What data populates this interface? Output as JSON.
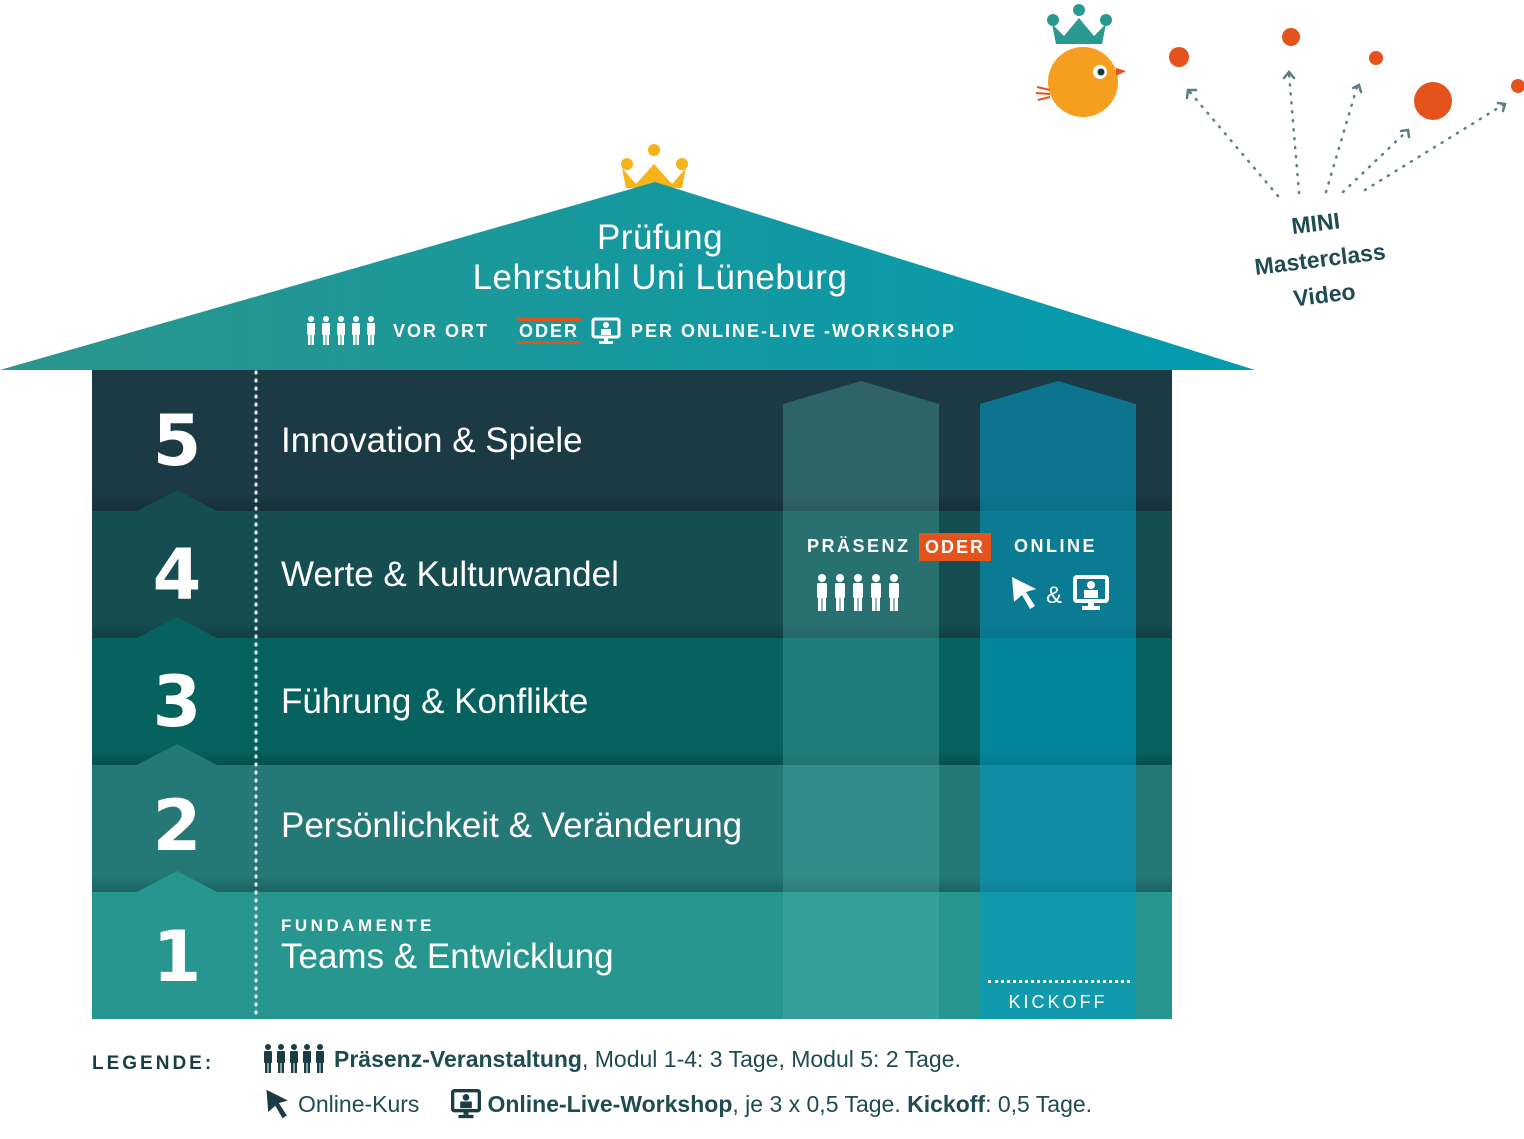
{
  "roof": {
    "title_line1": "Prüfung",
    "title_line2": "Lehrstuhl Uni Lüneburg",
    "vor_ort": "VOR ORT",
    "oder": "ODER",
    "online_workshop": "PER ONLINE-LIVE -WORKSHOP"
  },
  "modules": [
    {
      "number": "5",
      "title": "Innovation & Spiele",
      "color": "#1b3a44"
    },
    {
      "number": "4",
      "title": "Werte & Kulturwandel",
      "color": "#154d51"
    },
    {
      "number": "3",
      "title": "Führung & Konflikte",
      "color": "#06625e"
    },
    {
      "number": "2",
      "title": "Persönlichkeit & Veränderung",
      "color": "#247875"
    },
    {
      "number": "1",
      "title": "Teams & Entwicklung",
      "subtitle": "FUNDAMENTE",
      "color": "#27968e"
    }
  ],
  "columns": {
    "praesenz": "PRÄSENZ",
    "oder": "ODER",
    "online": "ONLINE",
    "ampersand": "&",
    "kickoff": "KICKOFF"
  },
  "masterclass": {
    "line1": "MINI",
    "line2": "Masterclass",
    "line3": "Video"
  },
  "legend": {
    "title": "LEGENDE:",
    "praesenz_bold": "Präsenz-Veranstaltung",
    "praesenz_text": ", Modul 1-4: 3 Tage, Modul 5: 2 Tage.",
    "online_kurs": "Online-Kurs",
    "workshop_bold": "Online-Live-Workshop",
    "workshop_text": ", je 3 x 0,5 Tage.",
    "kickoff_bold": "Kickoff",
    "kickoff_text": ": 0,5 Tage."
  },
  "colors": {
    "accent_orange": "#e4531c",
    "crown_yellow": "#f7b31a",
    "bird_orange": "#f59e1f",
    "crown_teal": "#2a9a90",
    "roof_left": "#2a978c",
    "roof_right": "#0397ae"
  }
}
